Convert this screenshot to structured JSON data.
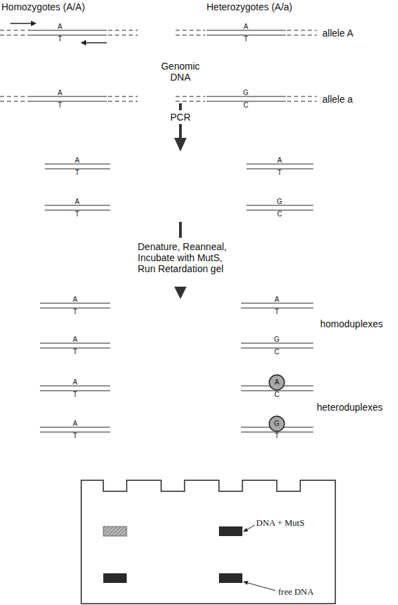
{
  "diagram": {
    "labels": [
      "Homozygotes (A/A)",
      "Heterozygotes (A/a)",
      "A",
      "T",
      "A",
      "T",
      "allele A",
      "Genomic DNA",
      "A",
      "T",
      "G",
      "C",
      "allele a",
      "PCR",
      "A",
      "T",
      "A",
      "T",
      "A",
      "T",
      "G",
      "C",
      "Denature, Reanneal, Incubate with MutS, Run Retardation gel",
      "A",
      "T",
      "A",
      "T",
      "homoduplexes",
      "A",
      "T",
      "G",
      "C",
      "A",
      "T",
      "A",
      "C",
      "heteroduplexes",
      "A",
      "T",
      "G",
      "T",
      "DNA + MutS",
      "free DNA"
    ]
  }
}
